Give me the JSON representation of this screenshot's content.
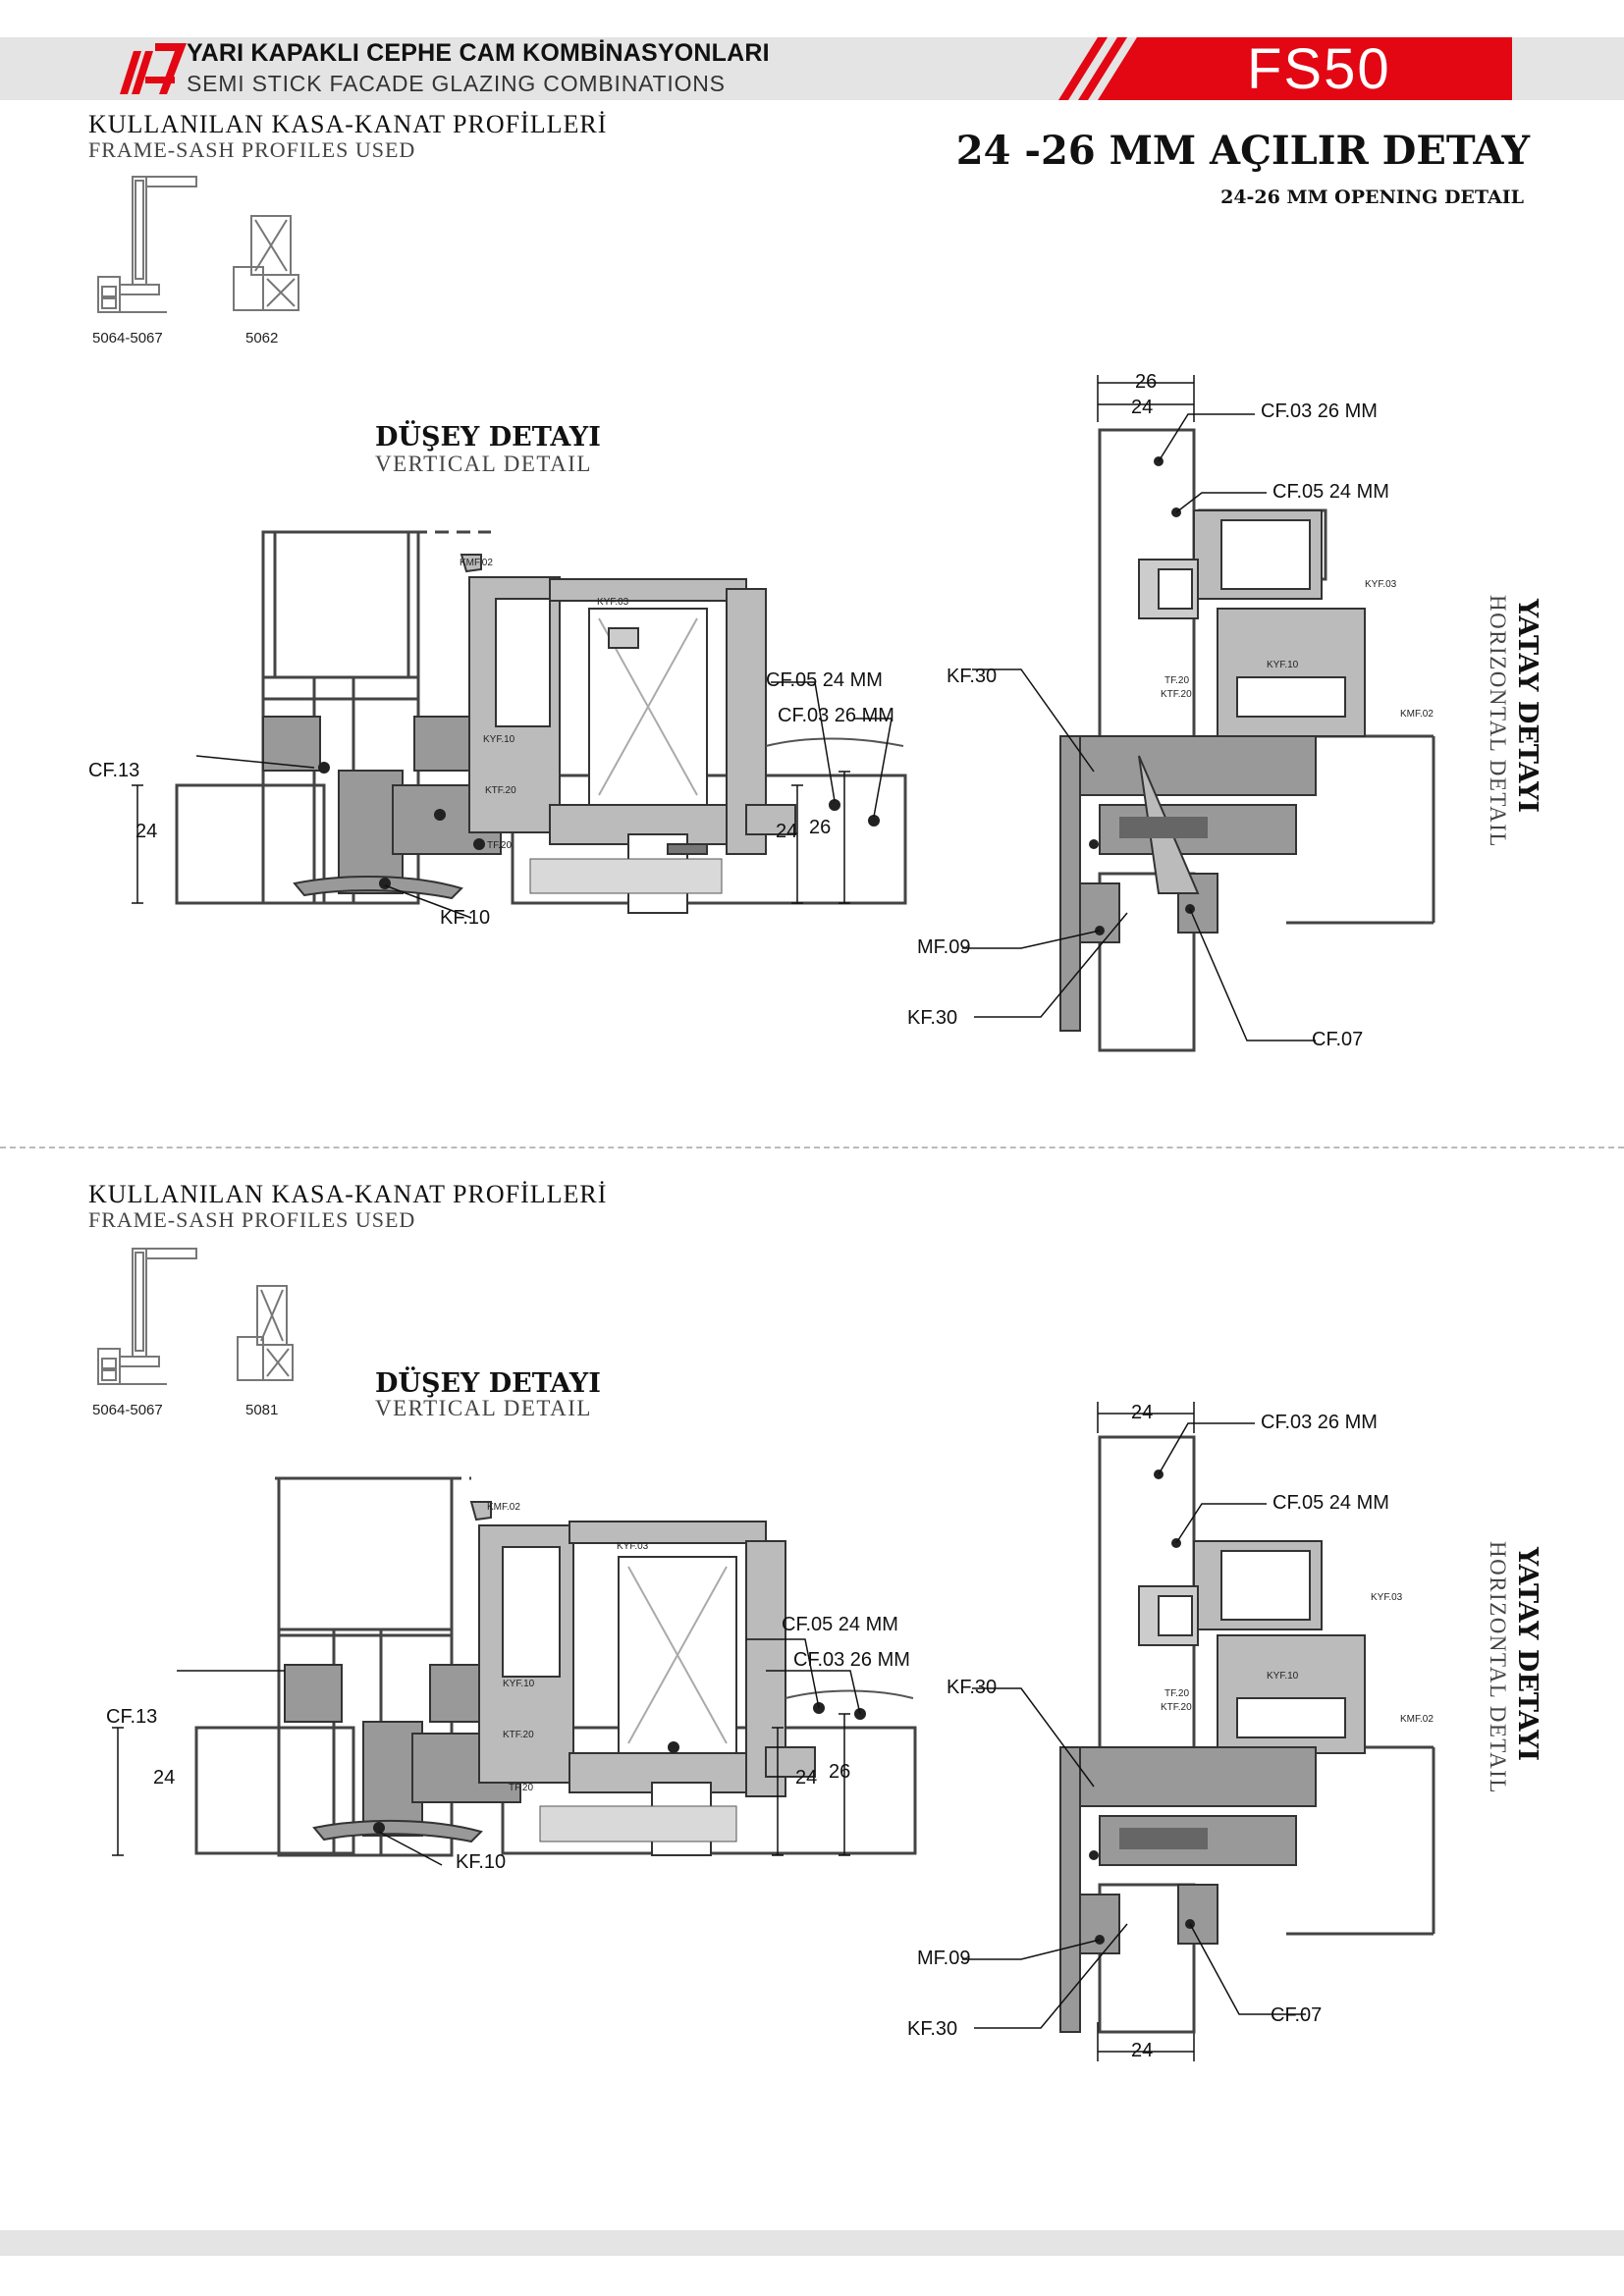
{
  "header": {
    "title_tr": "YARI KAPAKLI CEPHE CAM KOMBİNASYONLARI",
    "title_en": "SEMI STICK FACADE GLAZING COMBINATIONS",
    "series_code": "FS50",
    "brand_color": "#e30613",
    "logo_icon": "company-logo-icon"
  },
  "page_heading": {
    "title": "24 -26 MM AÇILIR DETAY",
    "subtitle": "24-26 MM OPENING DETAIL"
  },
  "sections": [
    {
      "profiles_title_tr": "KULLANILAN KASA-KANAT PROFİLLERİ",
      "profiles_title_en": "FRAME-SASH PROFILES USED",
      "profile_codes": [
        "5064-5067",
        "5062"
      ],
      "vertical_title_tr": "DÜŞEY DETAYI",
      "vertical_title_en": "VERTICAL DETAIL",
      "horizontal_title_tr": "YATAY DETAYI",
      "horizontal_title_en": "HORIZONTAL DETAIL",
      "vertical_labels": {
        "kmf02": "KMF.02",
        "kyf03": "KYF.03",
        "kyf10": "KYF.10",
        "ktf20": "KTF.20",
        "tf20": "TF.20",
        "cf05": "CF.05 24 MM",
        "cf03": "CF.03 26 MM",
        "cf13": "CF.13",
        "kf10": "KF.10",
        "dim24a": "24",
        "dim24b": "24",
        "dim26": "26"
      },
      "horizontal_labels": {
        "dim26": "26",
        "dim24": "24",
        "cf03": "CF.03 26 MM",
        "cf05": "CF.05 24 MM",
        "kyf03": "KYF.03",
        "kyf10": "KYF.10",
        "tf20": "TF.20",
        "ktf20": "KTF.20",
        "kmf02": "KMF.02",
        "kf30a": "KF.30",
        "mf09": "MF.09",
        "kf30b": "KF.30",
        "cf07": "CF.07"
      }
    },
    {
      "profiles_title_tr": "KULLANILAN KASA-KANAT PROFİLLERİ",
      "profiles_title_en": "FRAME-SASH PROFILES USED",
      "profile_codes": [
        "5064-5067",
        "5081"
      ],
      "vertical_title_tr": "DÜŞEY DETAYI",
      "vertical_title_en": "VERTICAL DETAIL",
      "horizontal_title_tr": "YATAY DETAYI",
      "horizontal_title_en": "HORIZONTAL DETAIL",
      "vertical_labels": {
        "kmf02": "KMF.02",
        "kyf03": "KYF.03",
        "kyf10": "KYF.10",
        "ktf20": "KTF.20",
        "tf20": "TF.20",
        "cf05": "CF.05 24 MM",
        "cf03": "CF.03 26 MM",
        "cf13": "CF.13",
        "kf10": "KF.10",
        "dim24a": "24",
        "dim24b": "24",
        "dim26": "26"
      },
      "horizontal_labels": {
        "dim24top": "24",
        "cf03": "CF.03 26 MM",
        "cf05": "CF.05 24 MM",
        "kyf03": "KYF.03",
        "kyf10": "KYF.10",
        "tf20": "TF.20",
        "ktf20": "KTF.20",
        "kmf02": "KMF.02",
        "kf30a": "KF.30",
        "mf09": "MF.09",
        "kf30b": "KF.30",
        "cf07": "CF.07",
        "dim24bottom": "24"
      }
    }
  ]
}
